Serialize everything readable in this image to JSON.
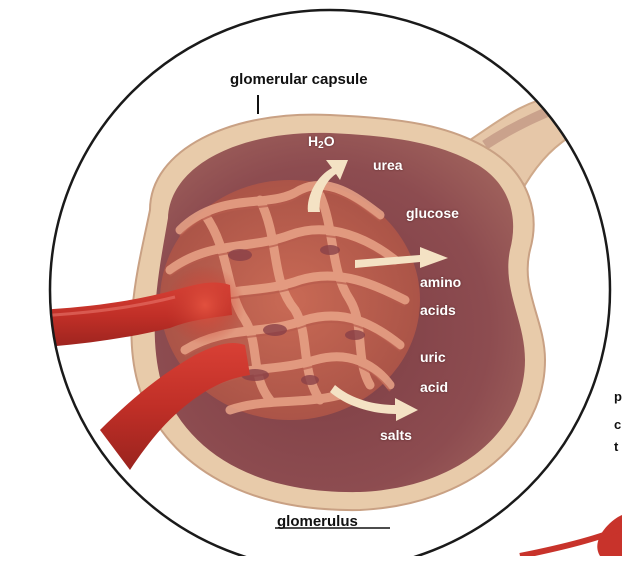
{
  "labels": {
    "capsule": "glomerular capsule",
    "glomerulus": "glomerulus",
    "water": "H2O",
    "urea": "urea",
    "glucose": "glucose",
    "amino_line1": "amino",
    "amino_line2": "acids",
    "uric_line1": "uric",
    "uric_line2": "acid",
    "salts": "salts"
  },
  "edge_letters": [
    "p",
    "c",
    "t"
  ],
  "colors": {
    "circle_border": "#1a1a1a",
    "capsule_outer": "#e6c7a8",
    "capsule_lumen": "#8a4a4e",
    "vessel": "#c8332b",
    "capillary": "#d7846a",
    "arrow": "#f4e2c4",
    "background": "#ffffff"
  }
}
